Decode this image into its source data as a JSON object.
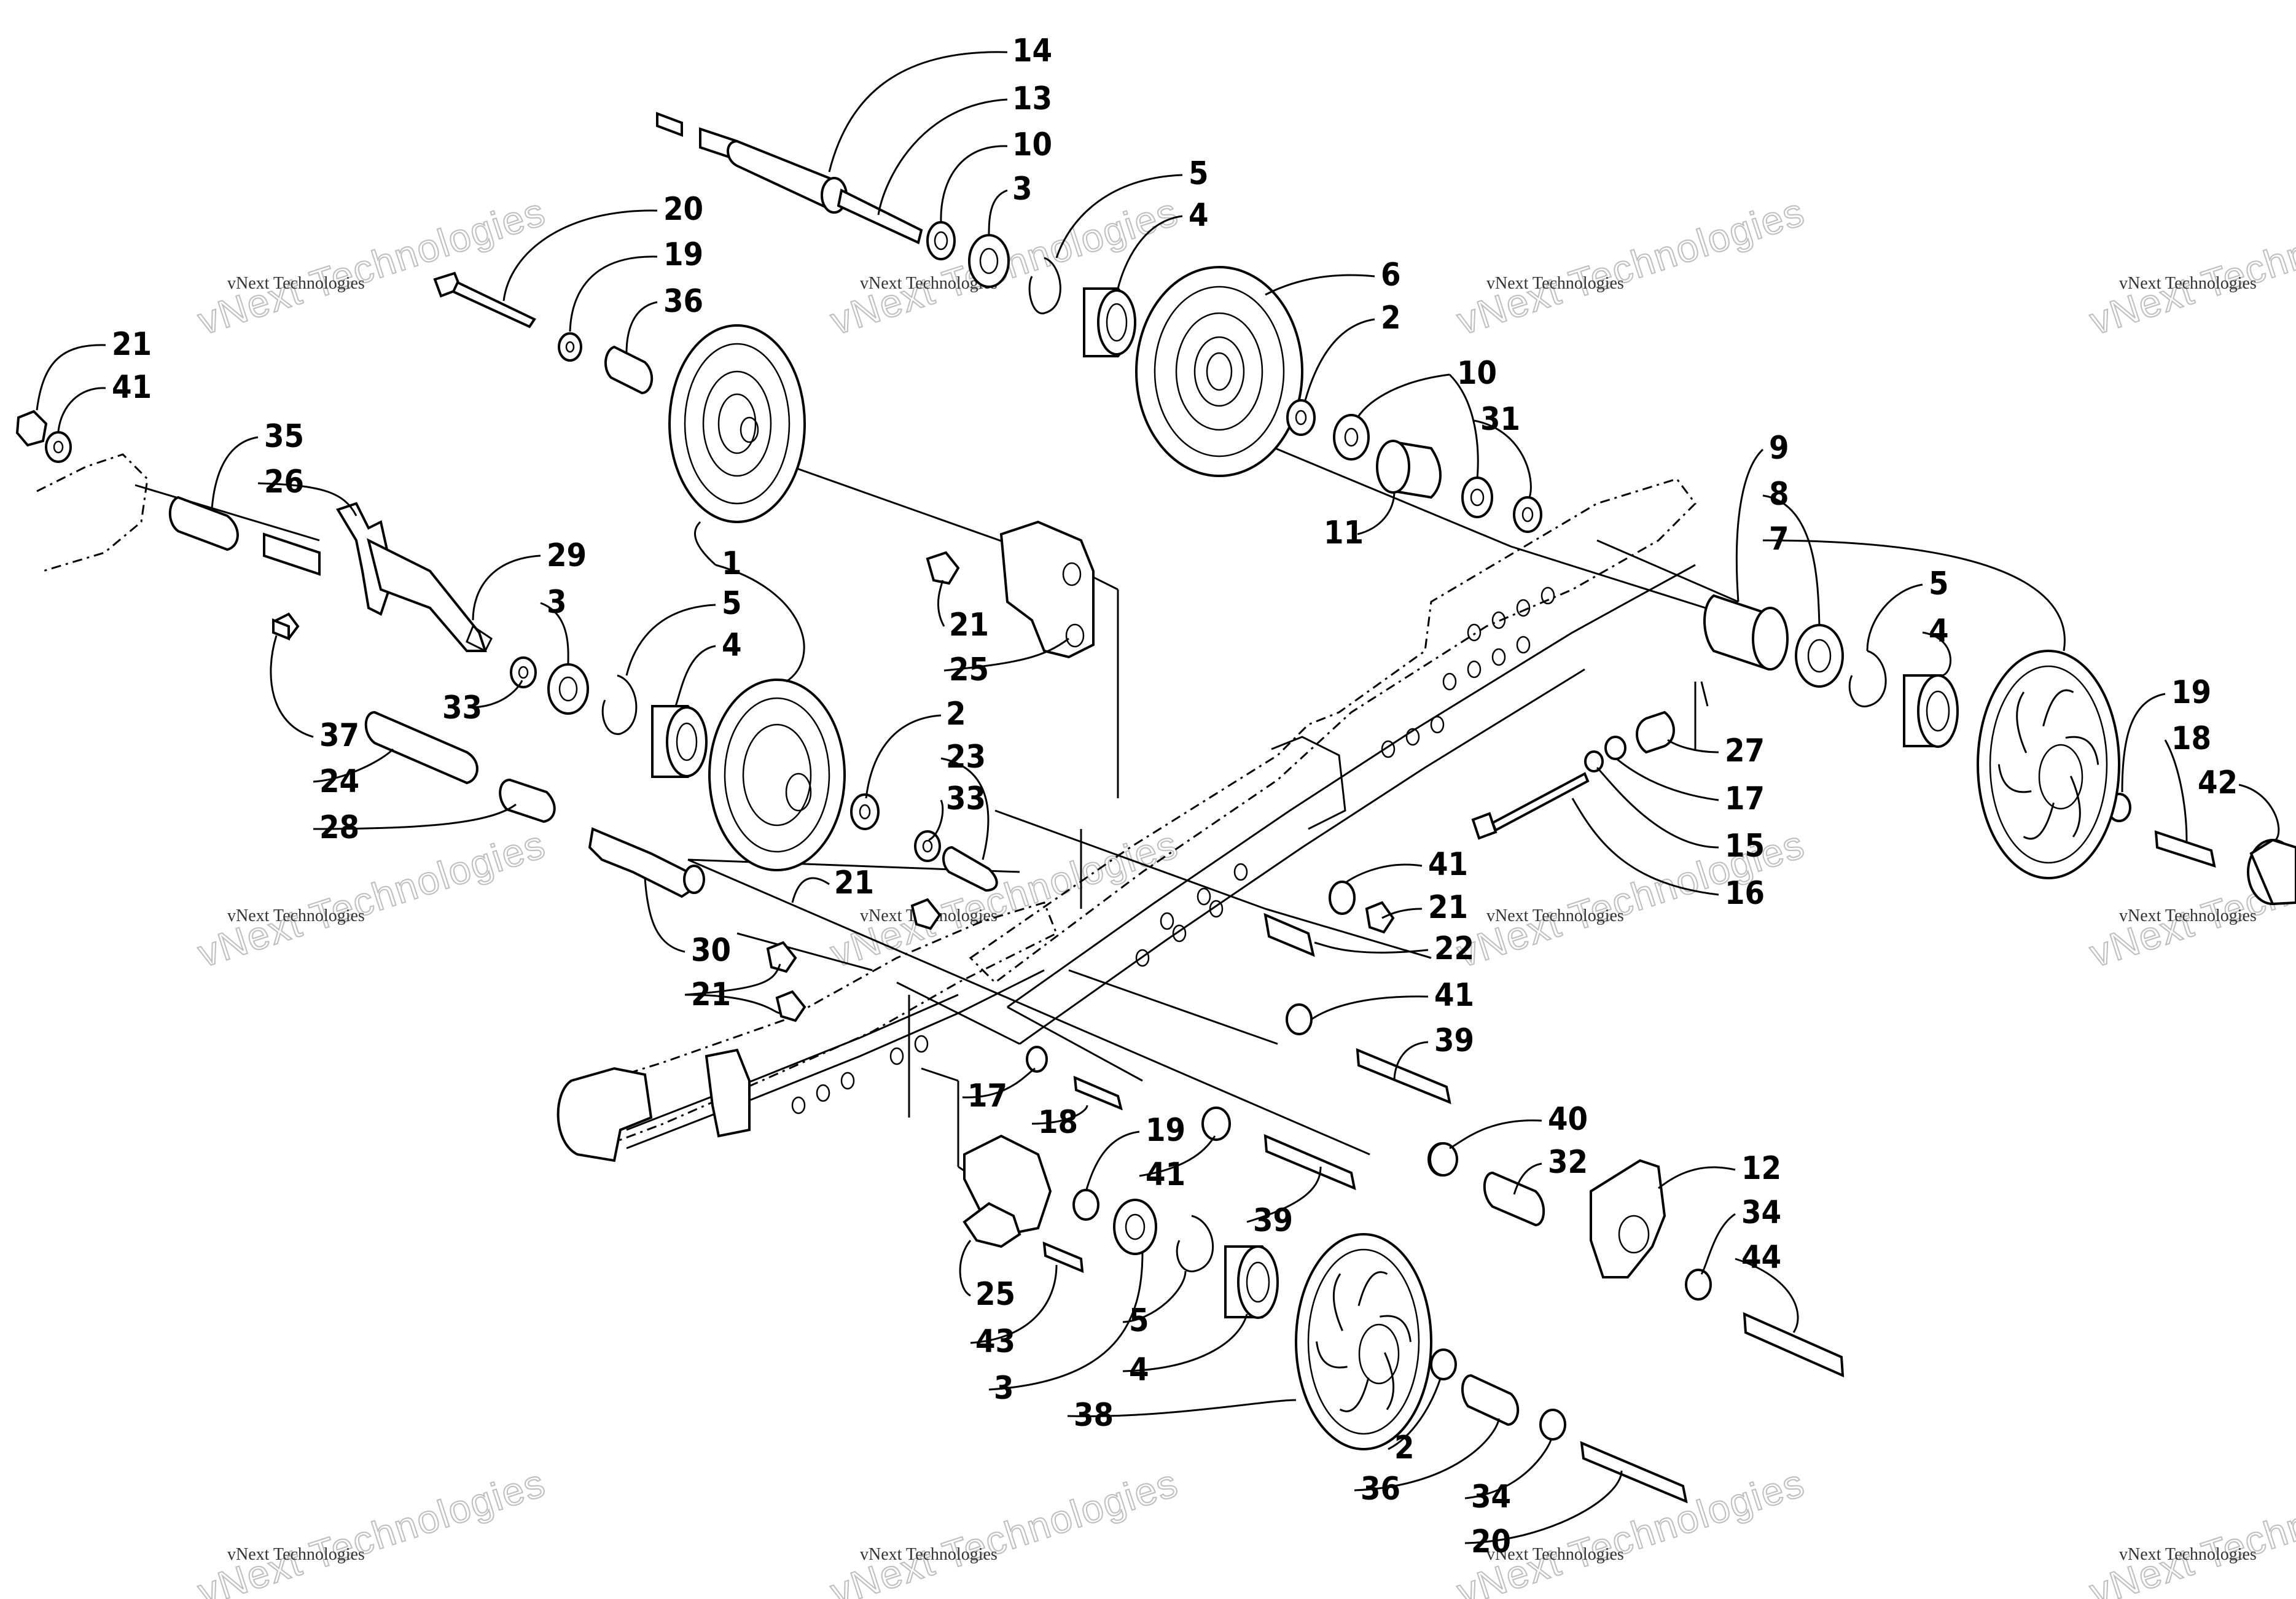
{
  "watermark": {
    "brand_small": "vNext Technologies",
    "brand_big": "vNext Technologies"
  },
  "callouts": [
    {
      "id": "c14",
      "text": "14"
    },
    {
      "id": "c13",
      "text": "13"
    },
    {
      "id": "c10a",
      "text": "10"
    },
    {
      "id": "c3a",
      "text": "3"
    },
    {
      "id": "c5a",
      "text": "5"
    },
    {
      "id": "c4a",
      "text": "4"
    },
    {
      "id": "c6",
      "text": "6"
    },
    {
      "id": "c2a",
      "text": "2"
    },
    {
      "id": "c10b",
      "text": "10"
    },
    {
      "id": "c31",
      "text": "31"
    },
    {
      "id": "c11",
      "text": "11"
    },
    {
      "id": "c20a",
      "text": "20"
    },
    {
      "id": "c19a",
      "text": "19"
    },
    {
      "id": "c36a",
      "text": "36"
    },
    {
      "id": "c21a",
      "text": "21"
    },
    {
      "id": "c41a",
      "text": "41"
    },
    {
      "id": "c35",
      "text": "35"
    },
    {
      "id": "c26",
      "text": "26"
    },
    {
      "id": "c29",
      "text": "29"
    },
    {
      "id": "c3b",
      "text": "3"
    },
    {
      "id": "c5b",
      "text": "5"
    },
    {
      "id": "c4b",
      "text": "4"
    },
    {
      "id": "c1",
      "text": "1"
    },
    {
      "id": "c33a",
      "text": "33"
    },
    {
      "id": "c37",
      "text": "37"
    },
    {
      "id": "c24",
      "text": "24"
    },
    {
      "id": "c28",
      "text": "28"
    },
    {
      "id": "c2b",
      "text": "2"
    },
    {
      "id": "c33b",
      "text": "33"
    },
    {
      "id": "c23",
      "text": "23"
    },
    {
      "id": "c21b",
      "text": "21"
    },
    {
      "id": "c25a",
      "text": "25"
    },
    {
      "id": "c21c",
      "text": "21"
    },
    {
      "id": "c30",
      "text": "30"
    },
    {
      "id": "c21d",
      "text": "21"
    },
    {
      "id": "c9",
      "text": "9"
    },
    {
      "id": "c8",
      "text": "8"
    },
    {
      "id": "c7",
      "text": "7"
    },
    {
      "id": "c5c",
      "text": "5"
    },
    {
      "id": "c4c",
      "text": "4"
    },
    {
      "id": "c27",
      "text": "27"
    },
    {
      "id": "c17a",
      "text": "17"
    },
    {
      "id": "c15",
      "text": "15"
    },
    {
      "id": "c16",
      "text": "16"
    },
    {
      "id": "c19b",
      "text": "19"
    },
    {
      "id": "c18a",
      "text": "18"
    },
    {
      "id": "c42",
      "text": "42"
    },
    {
      "id": "c41b",
      "text": "41"
    },
    {
      "id": "c21e",
      "text": "21"
    },
    {
      "id": "c22",
      "text": "22"
    },
    {
      "id": "c41c",
      "text": "41"
    },
    {
      "id": "c39a",
      "text": "39"
    },
    {
      "id": "c17b",
      "text": "17"
    },
    {
      "id": "c18b",
      "text": "18"
    },
    {
      "id": "c19c",
      "text": "19"
    },
    {
      "id": "c41d",
      "text": "41"
    },
    {
      "id": "c39b",
      "text": "39"
    },
    {
      "id": "c40",
      "text": "40"
    },
    {
      "id": "c32",
      "text": "32"
    },
    {
      "id": "c12",
      "text": "12"
    },
    {
      "id": "c34a",
      "text": "34"
    },
    {
      "id": "c44",
      "text": "44"
    },
    {
      "id": "c25b",
      "text": "25"
    },
    {
      "id": "c43",
      "text": "43"
    },
    {
      "id": "c5d",
      "text": "5"
    },
    {
      "id": "c3c",
      "text": "3"
    },
    {
      "id": "c4d",
      "text": "4"
    },
    {
      "id": "c38",
      "text": "38"
    },
    {
      "id": "c2c",
      "text": "2"
    },
    {
      "id": "c36b",
      "text": "36"
    },
    {
      "id": "c34b",
      "text": "34"
    },
    {
      "id": "c20b",
      "text": "20"
    }
  ]
}
